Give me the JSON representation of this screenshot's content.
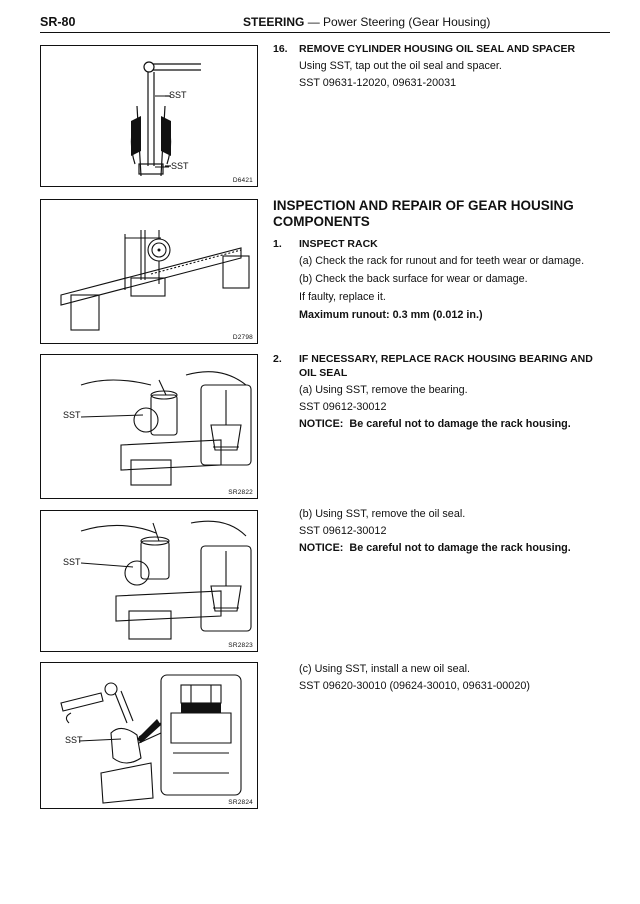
{
  "header": {
    "page_code": "SR-80",
    "section": "STEERING",
    "subtitle": "— Power Steering (Gear Housing)"
  },
  "figures": [
    {
      "code": "D6421",
      "labels": [
        "SST",
        "SST"
      ]
    },
    {
      "code": "D2798",
      "labels": []
    },
    {
      "code": "SR2822",
      "labels": [
        "SST"
      ]
    },
    {
      "code": "SR2823",
      "labels": [
        "SST"
      ]
    },
    {
      "code": "SR2824",
      "labels": [
        "SST"
      ]
    }
  ],
  "step16": {
    "num": "16.",
    "title": "REMOVE CYLINDER HOUSING OIL SEAL AND SPACER",
    "line1": "Using SST, tap out the oil seal and spacer.",
    "line2": "SST 09631-12020, 09631-20031"
  },
  "section_title": "INSPECTION AND REPAIR OF GEAR HOUSING COMPONENTS",
  "step1": {
    "num": "1.",
    "title": "INSPECT RACK",
    "a": "(a)  Check the rack for runout and for teeth wear or damage.",
    "b": "(b)  Check the back surface for wear or damage.",
    "faulty": "If faulty, replace it.",
    "max": "Maximum runout:   0.3 mm (0.012 in.)"
  },
  "step2": {
    "num": "2.",
    "title": "IF NECESSARY, REPLACE RACK HOUSING BEARING AND OIL SEAL",
    "a": "(a)  Using SST, remove the bearing.",
    "a_sst": "SST 09612-30012",
    "notice_label": "NOTICE:",
    "notice_text": "Be careful not to damage the rack housing.",
    "b": "(b)  Using SST, remove the oil seal.",
    "b_sst": "SST 09612-30012",
    "c": "(c)  Using SST, install a new oil seal.",
    "c_sst": "SST 09620-30010 (09624-30010, 09631-00020)"
  }
}
